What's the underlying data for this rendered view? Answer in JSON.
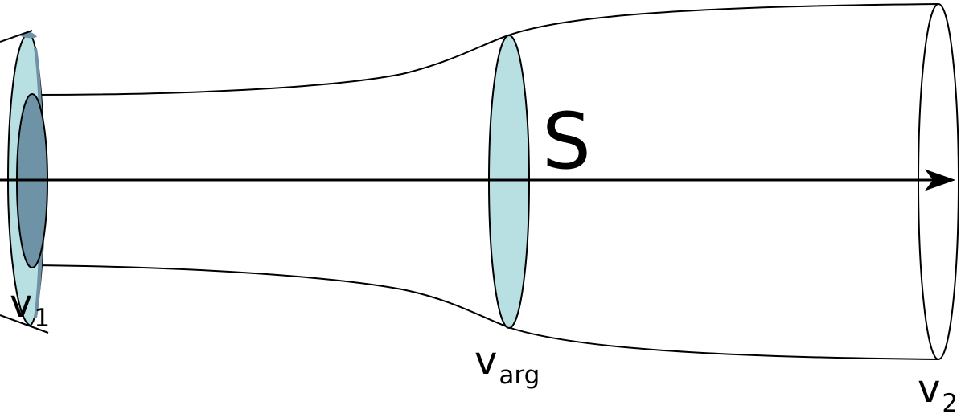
{
  "labels": {
    "s": "S",
    "v1_main": "v",
    "v1_sub": "1",
    "varg_main": "v",
    "varg_sub": "arg",
    "v2_main": "v",
    "v2_sub": "2"
  },
  "colors": {
    "cross_section_fill": "#b8dfe2",
    "inner_disc_fill": "#6e93a6",
    "stroke": "#000000",
    "background": "#ffffff"
  }
}
